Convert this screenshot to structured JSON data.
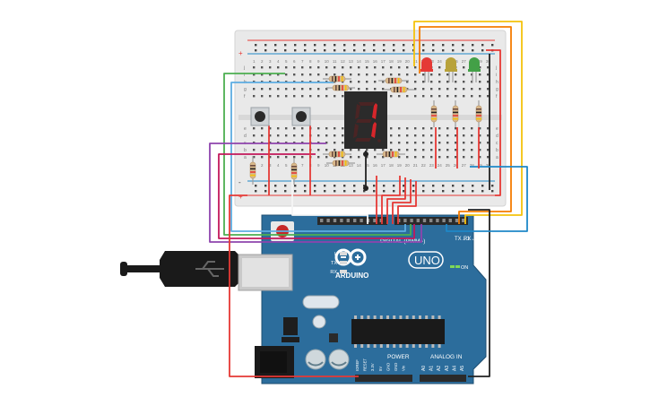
{
  "board": {
    "name": "UNO",
    "brand": "ARDUINO",
    "digital_header": "DIGITAL (PWM~)",
    "power_header": "POWER",
    "analog_header": "ANALOG IN",
    "on_led": "ON",
    "led_labels": [
      "L",
      "TX",
      "RX"
    ],
    "tx_label": "TX→1",
    "rx_label": "RX←0",
    "power_pins": [
      "IOREF",
      "RESET",
      "3.3V",
      "5V",
      "GND",
      "GND",
      "Vin"
    ],
    "analog_pins": [
      "A0",
      "A1",
      "A2",
      "A3",
      "A4",
      "A5"
    ]
  },
  "breadboard": {
    "column_numbers": [
      "1",
      "2",
      "3",
      "4",
      "5",
      "6",
      "7",
      "8",
      "9",
      "10",
      "11",
      "12",
      "13",
      "14",
      "15",
      "16",
      "17",
      "18",
      "19",
      "20",
      "21",
      "22",
      "23",
      "24",
      "25",
      "26",
      "27",
      "28",
      "29",
      "30"
    ],
    "row_letters_top": [
      "j",
      "i",
      "h",
      "g",
      "f"
    ],
    "row_letters_bottom": [
      "e",
      "d",
      "c",
      "b",
      "a"
    ],
    "rail_plus": "+",
    "rail_minus": "-"
  },
  "display": {
    "digit": "1",
    "segment_color": "#d7262b"
  },
  "leds": [
    {
      "name": "red-led",
      "color": "#e53935"
    },
    {
      "name": "yellow-led",
      "color": "#b8a23a"
    },
    {
      "name": "green-led",
      "color": "#43a047"
    }
  ],
  "colors": {
    "board": "#2c6d9c",
    "breadboard": "#e9e9e9",
    "wire_red": "#e53935",
    "wire_black": "#222222",
    "wire_orange": "#f57c00",
    "wire_yellow": "#f4c20d",
    "wire_green": "#4caf50",
    "wire_blue": "#1e88c8",
    "wire_purple": "#8e44ad",
    "wire_magenta": "#c2185b",
    "wire_lightblue": "#5dade2"
  }
}
